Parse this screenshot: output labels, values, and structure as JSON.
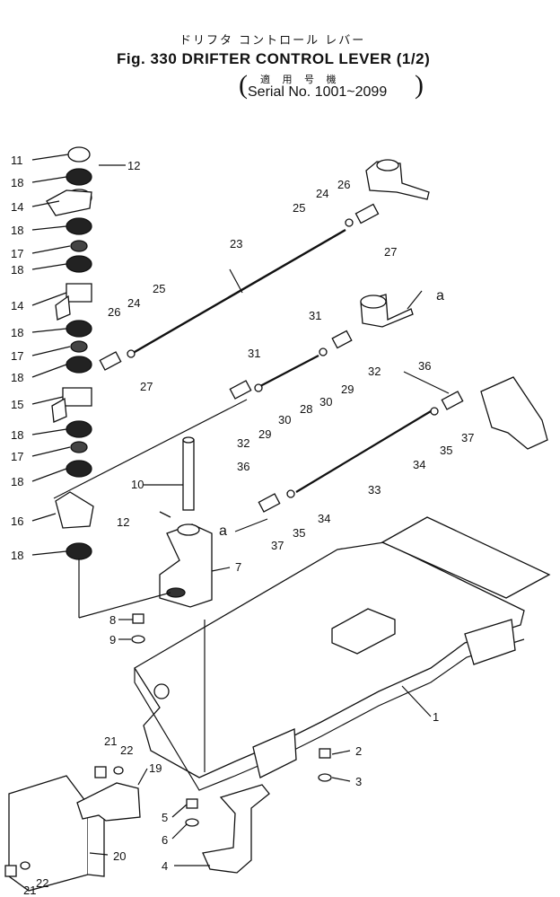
{
  "header": {
    "title_jp": "ドリフタ コントロール レバー",
    "title_en": "Fig. 330 DRIFTER CONTROL LEVER (1/2)",
    "serial_jp": "適 用 号 機",
    "serial": "Serial No. 1001~2099"
  },
  "callouts": [
    "11",
    "12",
    "18",
    "14",
    "18",
    "17",
    "18",
    "14",
    "18",
    "17",
    "18",
    "15",
    "18",
    "17",
    "18",
    "16",
    "18",
    "26",
    "24",
    "25",
    "23",
    "27",
    "26",
    "24",
    "25",
    "27",
    "31",
    "32",
    "29",
    "30",
    "28",
    "30",
    "29",
    "31",
    "32",
    "a",
    "a",
    "36",
    "35",
    "37",
    "34",
    "33",
    "36",
    "35",
    "37",
    "34",
    "10",
    "12",
    "7",
    "8",
    "9",
    "1",
    "2",
    "3",
    "21",
    "22",
    "19",
    "20",
    "5",
    "6",
    "4",
    "21",
    "22"
  ]
}
